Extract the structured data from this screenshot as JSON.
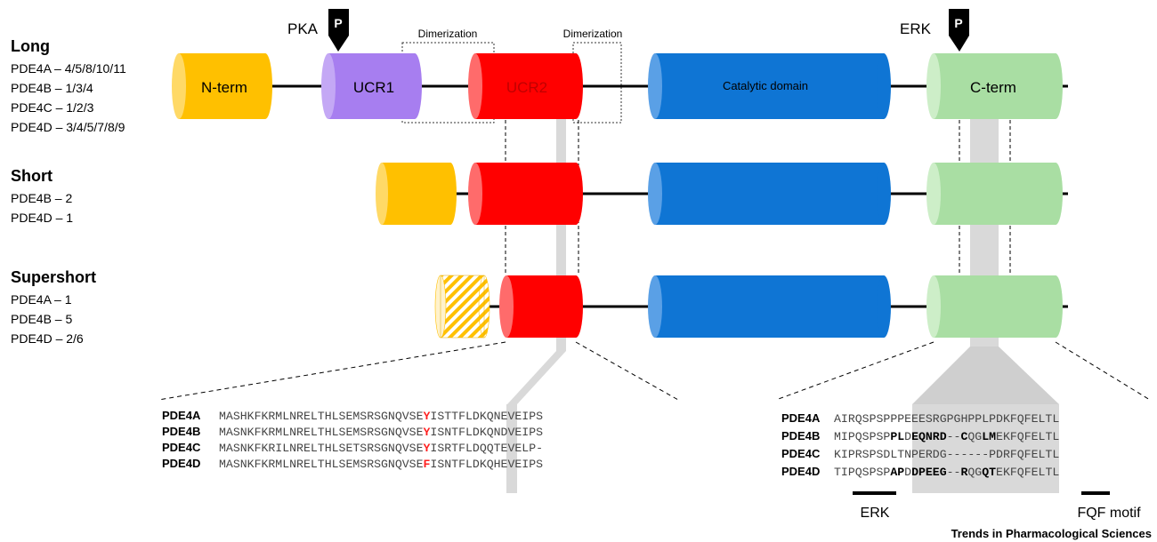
{
  "colors": {
    "nterm": "#ffc000",
    "ucr1": "#a77ef0",
    "ucr2": "#ff0000",
    "catalytic": "#0f75d4",
    "cterm": "#a9dea3",
    "highlight_red": "#ff2020",
    "shade": "#d9d9d9"
  },
  "phospho": {
    "pka": "PKA",
    "erk": "ERK",
    "badge": "P"
  },
  "domains": {
    "nterm": "N-term",
    "ucr1": "UCR1",
    "ucr2": "UCR2",
    "catalytic": "Catalytic domain",
    "cterm": "C-term"
  },
  "dimerization": [
    "Dimerization",
    "Dimerization"
  ],
  "groups": [
    {
      "title": "Long",
      "items": [
        "PDE4A – 4/5/8/10/11",
        "PDE4B – 1/3/4",
        "PDE4C – 1/2/3",
        "PDE4D – 3/4/5/7/8/9"
      ]
    },
    {
      "title": "Short",
      "items": [
        "PDE4B – 2",
        "PDE4D – 1"
      ]
    },
    {
      "title": "Supershort",
      "items": [
        "PDE4A – 1",
        "PDE4B – 5",
        "PDE4D – 2/6"
      ]
    }
  ],
  "ucr2_alignment": [
    {
      "name": "PDE4A",
      "pre": "MASHKFKRMLNRELTHLSEMSRSGNQVSE",
      "hl": "Y",
      "post": "ISTTFLDKQNEVEIPS"
    },
    {
      "name": "PDE4B",
      "pre": "MASNKFKRMLNRELTHLSEMSRSGNQVSE",
      "hl": "Y",
      "post": "ISNTFLDKQNDVEIPS"
    },
    {
      "name": "PDE4C",
      "pre": "MASNKFKRILNRELTHLSETSRSGNQVSE",
      "hl": "Y",
      "post": "ISRTFLDQQTEVELP-"
    },
    {
      "name": "PDE4D",
      "pre": "MASNKFKRMLNRELTHLSEMSRSGNQVSE",
      "hl": "F",
      "post": "ISNTFLDKQHEVEIPS"
    }
  ],
  "cterm_alignment": [
    {
      "name": "PDE4A",
      "segs": [
        [
          "AIRQSPSP",
          0
        ],
        [
          "PPEEESRGPGHPPLP",
          0
        ],
        [
          "DKFQFELTL",
          0
        ]
      ]
    },
    {
      "name": "PDE4B",
      "segs": [
        [
          "MIPQSPSP",
          0
        ],
        [
          "PL",
          1
        ],
        [
          "D",
          0
        ],
        [
          "EQNRD",
          1
        ],
        [
          "--",
          0
        ],
        [
          "C",
          1
        ],
        [
          "QG",
          0
        ],
        [
          "LM",
          1
        ],
        [
          "EKFQFELTL",
          0
        ]
      ]
    },
    {
      "name": "PDE4C",
      "segs": [
        [
          "KIPRSPSD",
          0
        ],
        [
          "LTNPERDG------P",
          0
        ],
        [
          "DRFQFELTL",
          0
        ]
      ]
    },
    {
      "name": "PDE4D",
      "segs": [
        [
          "TIPQSPSP",
          0
        ],
        [
          "AP",
          1
        ],
        [
          "D",
          0
        ],
        [
          "DPEEG",
          1
        ],
        [
          "--",
          0
        ],
        [
          "R",
          1
        ],
        [
          "QG",
          0
        ],
        [
          "QT",
          1
        ],
        [
          "EKFQFELTL",
          0
        ]
      ]
    }
  ],
  "motifs": {
    "erk": "ERK",
    "fqf": "FQF motif"
  },
  "source": "Trends in Pharmacological Sciences"
}
